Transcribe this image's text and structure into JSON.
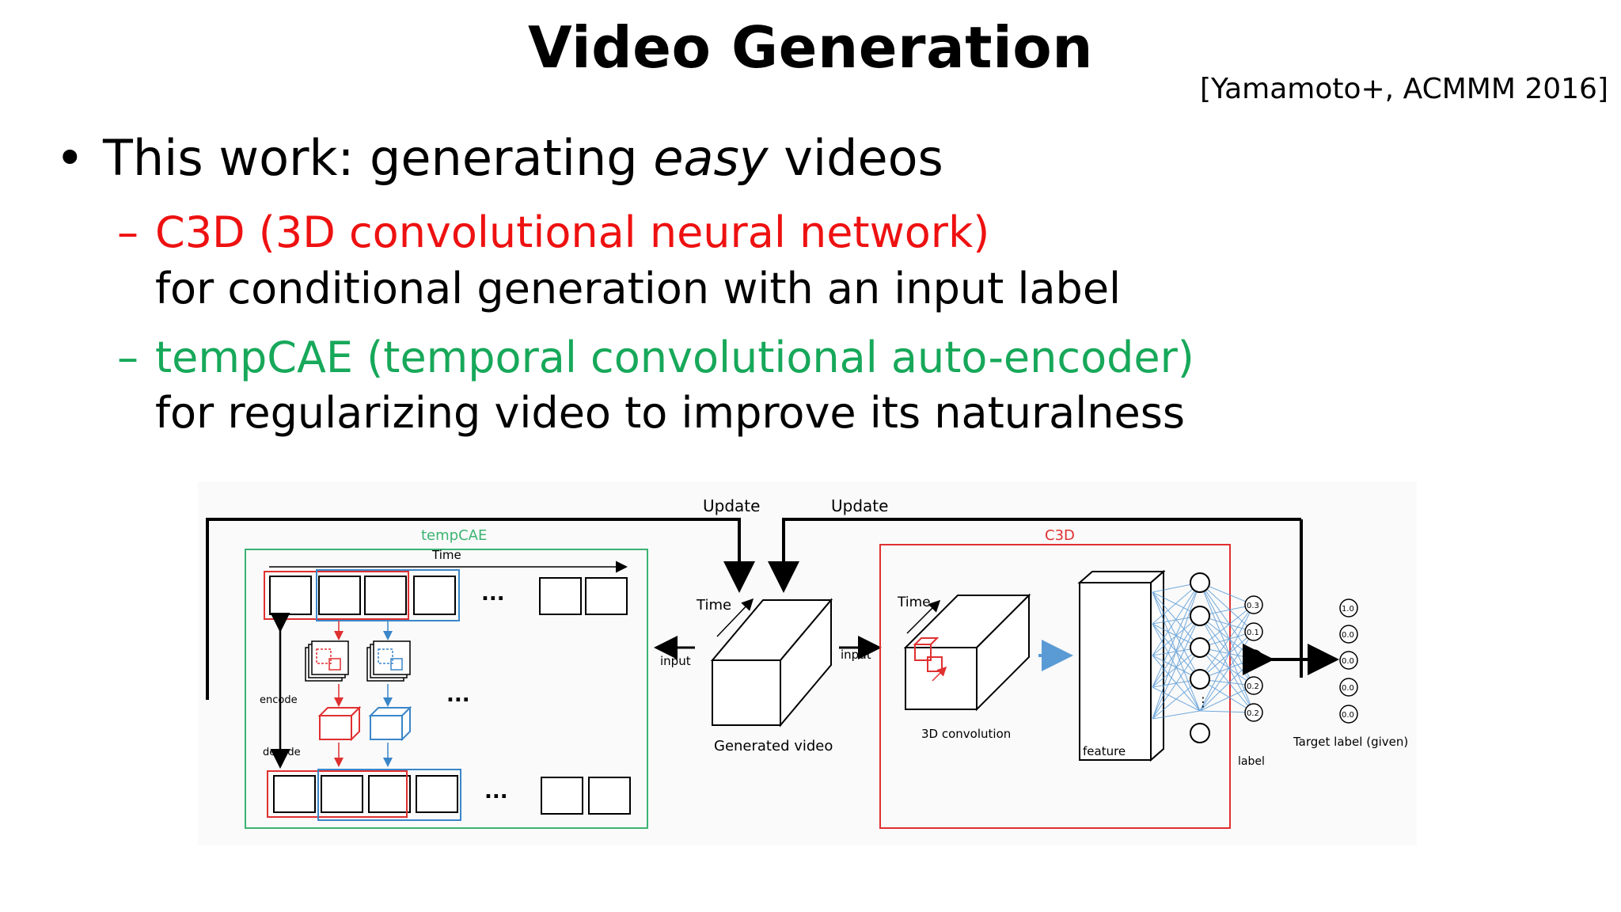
{
  "slide": {
    "title": "Video Generation",
    "citation": "[Yamamoto+, ACMMM 2016]",
    "bullet_prefix": "This work: generating ",
    "bullet_emphasis": "easy",
    "bullet_suffix": " videos",
    "items": [
      {
        "dash": "–",
        "highlight": "C3D (3D convolutional neural network)",
        "description": "for conditional generation with an input label",
        "color": "#ee1111"
      },
      {
        "dash": "–",
        "highlight": "tempCAE (temporal convolutional auto-encoder)",
        "description": "for regularizing video to improve its naturalness",
        "color": "#17a85a"
      }
    ]
  },
  "figure": {
    "update_left": "Update",
    "update_right": "Update",
    "tempcae_title": "tempCAE",
    "time_label_tempcae": "Time",
    "encode_label": "encode",
    "decode_label": "decode",
    "ellipsis": "...",
    "time_label_video": "Time",
    "input_left": "input",
    "input_right": "input",
    "generated_video_label": "Generated video",
    "c3d_title": "C3D",
    "time_label_c3d": "Time",
    "conv_label": "3D convolution",
    "feature_label": "feature",
    "label_label": "label",
    "output_values": [
      "0.3",
      "0.1",
      "0.2",
      "0.2",
      "0.2"
    ],
    "target_values": [
      "1.0",
      "0.0",
      "0.0",
      "0.0",
      "0.0"
    ],
    "target_label": "Target label (given)",
    "colors": {
      "red": "#e03030",
      "blue": "#3a86c8",
      "green": "#3cb371",
      "arrow_blue": "#5b9bd5"
    }
  }
}
